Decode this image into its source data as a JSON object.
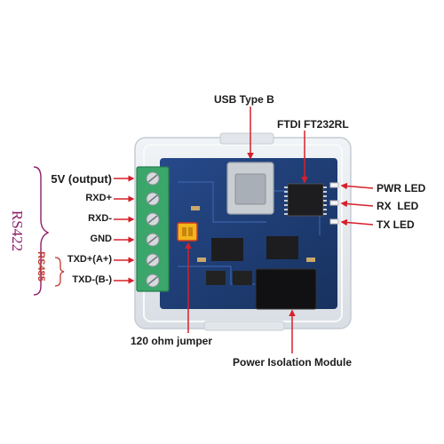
{
  "labels": {
    "usb": "USB Type B",
    "ftdi": "FTDI FT232RL",
    "pwr_led": "PWR LED",
    "rx_led": "RX  LED",
    "tx_led": "TX LED",
    "jumper": "120 ohm jumper",
    "isolation": "Power Isolation Module"
  },
  "pins": [
    "5V (output)",
    "RXD+",
    "RXD-",
    "GND",
    "TXD+(A+)",
    "TXD-(B-)"
  ],
  "protocols": {
    "rs422": "RS422",
    "rs485": "RS485"
  },
  "colors": {
    "arrow": "#d6202a",
    "pcb": "#1f3e78",
    "terminal": "#3aa66a",
    "case": "#e6eaee",
    "protocol": "#8e1d6b",
    "jumper": "#f2b51c"
  }
}
